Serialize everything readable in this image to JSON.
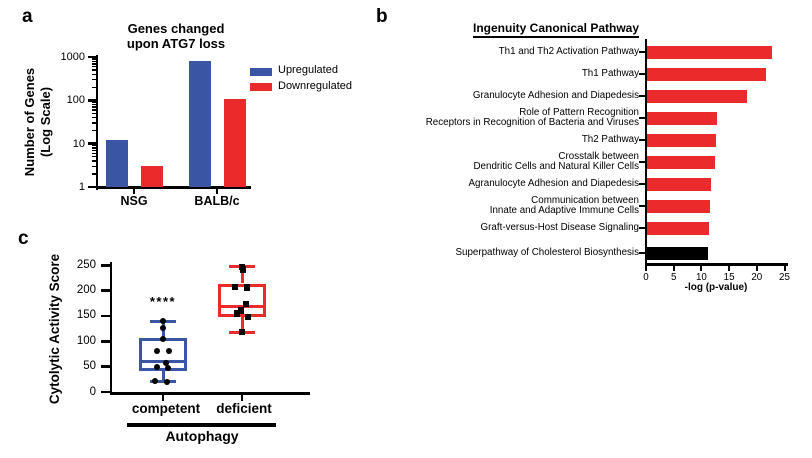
{
  "colors": {
    "blue": "#3A55A4",
    "red": "#EB2A2B",
    "black": "#000000",
    "axis": "#000000"
  },
  "panels": {
    "a": {
      "letter": "a"
    },
    "b": {
      "letter": "b"
    },
    "c": {
      "letter": "c"
    }
  },
  "chart_data": [
    {
      "panel": "a",
      "type": "bar",
      "title": "Genes changed\nupon ATG7 loss",
      "ylabel": "Number of Genes\n(Log Scale)",
      "yscale": "log",
      "ylim": [
        1,
        1000
      ],
      "yticks": [
        1,
        10,
        100,
        1000
      ],
      "categories": [
        "NSG",
        "BALB/c"
      ],
      "series": [
        {
          "name": "Upregulated",
          "color_key": "blue",
          "values": [
            12,
            800
          ]
        },
        {
          "name": "Downregulated",
          "color_key": "red",
          "values": [
            3,
            110
          ]
        }
      ],
      "legend_position": "right"
    },
    {
      "panel": "b",
      "type": "bar",
      "orientation": "horizontal",
      "title": "Ingenuity Canonical Pathway",
      "xlabel": "-log (p-value)",
      "xlim": [
        0,
        25
      ],
      "xticks": [
        0,
        5,
        10,
        15,
        20,
        25
      ],
      "categories": [
        "Th1 and Th2 Activation Pathway",
        "Th1 Pathway",
        "Granulocyte Adhesion and Diapedesis",
        "Role of Pattern Recognition\nReceptors in Recognition of Bacteria and Viruses",
        "Th2 Pathway",
        "Crosstalk between\nDendritic Cells and Natural Killer Cells",
        "Agranulocyte Adhesion and Diapedesis",
        "Communication between\nInnate and Adaptive Immune Cells",
        "Graft-versus-Host Disease Signaling",
        "Superpathway of Cholesterol Biosynthesis"
      ],
      "values": [
        22.5,
        21.5,
        18.0,
        12.6,
        12.4,
        12.2,
        11.6,
        11.4,
        11.2,
        11.1
      ],
      "bar_color_keys": [
        "red",
        "red",
        "red",
        "red",
        "red",
        "red",
        "red",
        "red",
        "red",
        "black"
      ]
    },
    {
      "panel": "c",
      "type": "box",
      "ylabel": "Cytolytic Activity Score",
      "ylim": [
        0,
        250
      ],
      "yticks": [
        0,
        50,
        100,
        150,
        200,
        250
      ],
      "categories": [
        "competent",
        "deficient"
      ],
      "group_label": "Autophagy",
      "significance": "****",
      "boxes": [
        {
          "category": "competent",
          "color_key": "blue",
          "marker": "circle",
          "whisker_low": 20,
          "q1": 42,
          "median": 60,
          "q3": 107,
          "whisker_high": 140,
          "points": [
            140,
            127,
            104,
            81,
            80,
            57,
            50,
            48,
            21,
            20
          ]
        },
        {
          "category": "deficient",
          "color_key": "red",
          "marker": "square",
          "whisker_low": 118,
          "q1": 148,
          "median": 168,
          "q3": 214,
          "whisker_high": 247,
          "points": [
            247,
            242,
            207,
            206,
            174,
            161,
            155,
            148,
            118
          ]
        }
      ]
    }
  ]
}
